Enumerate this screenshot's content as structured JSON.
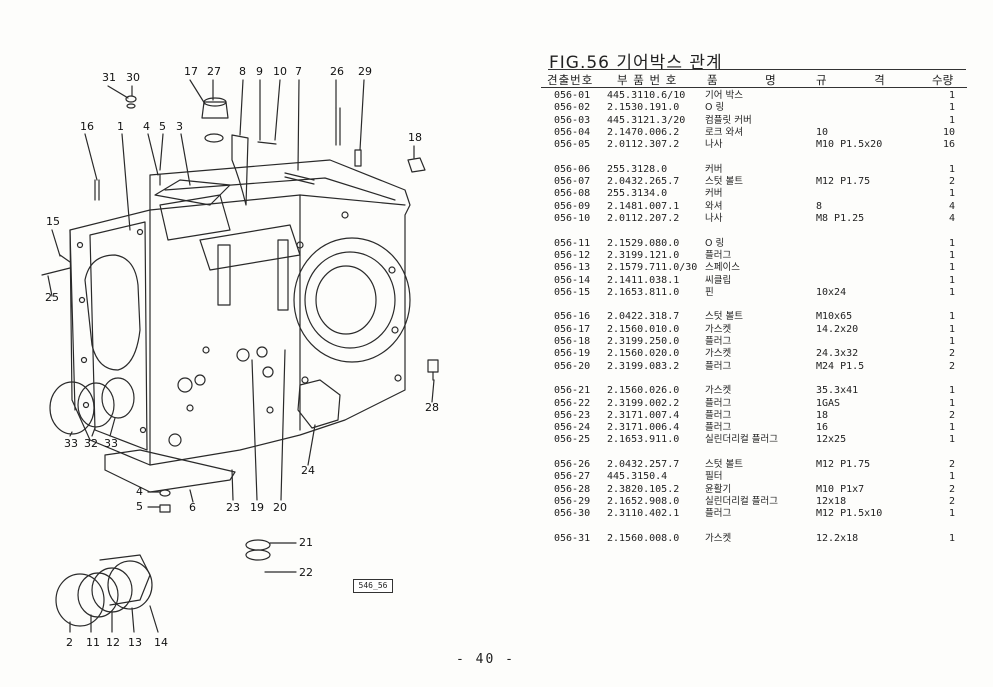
{
  "figure": {
    "title": "FIG.56 기어박스 관계",
    "ref_code": "546_56",
    "page_number": "- 40 -"
  },
  "columns": {
    "no": "견출번호",
    "part": "부 품 번 호",
    "name": "품          명",
    "spec": "규          격",
    "qty": "수량"
  },
  "parts": [
    {
      "no": "056-01",
      "part": "445.3110.6/10",
      "name": "기어 박스",
      "spec": "",
      "qty": "1"
    },
    {
      "no": "056-02",
      "part": "2.1530.191.0",
      "name": "O 링",
      "spec": "",
      "qty": "1"
    },
    {
      "no": "056-03",
      "part": "445.3121.3/20",
      "name": "컴플릿 커버",
      "spec": "",
      "qty": "1"
    },
    {
      "no": "056-04",
      "part": "2.1470.006.2",
      "name": "로크 와셔",
      "spec": "10",
      "qty": "10"
    },
    {
      "no": "056-05",
      "part": "2.0112.307.2",
      "name": "나사",
      "spec": "M10 P1.5x20",
      "qty": "16"
    },
    {
      "no": "056-06",
      "part": "255.3128.0",
      "name": "커버",
      "spec": "",
      "qty": "1"
    },
    {
      "no": "056-07",
      "part": "2.0432.265.7",
      "name": "스텃 볼트",
      "spec": "M12 P1.75",
      "qty": "2"
    },
    {
      "no": "056-08",
      "part": "255.3134.0",
      "name": "커버",
      "spec": "",
      "qty": "1"
    },
    {
      "no": "056-09",
      "part": "2.1481.007.1",
      "name": "와셔",
      "spec": "8",
      "qty": "4"
    },
    {
      "no": "056-10",
      "part": "2.0112.207.2",
      "name": "나사",
      "spec": "M8 P1.25",
      "qty": "4"
    },
    {
      "no": "056-11",
      "part": "2.1529.080.0",
      "name": "O 링",
      "spec": "",
      "qty": "1"
    },
    {
      "no": "056-12",
      "part": "2.3199.121.0",
      "name": "플러그",
      "spec": "",
      "qty": "1"
    },
    {
      "no": "056-13",
      "part": "2.1579.711.0/30",
      "name": "스페이스",
      "spec": "",
      "qty": "1"
    },
    {
      "no": "056-14",
      "part": "2.1411.038.1",
      "name": "씨클립",
      "spec": "",
      "qty": "1"
    },
    {
      "no": "056-15",
      "part": "2.1653.811.0",
      "name": "핀",
      "spec": "10x24",
      "qty": "1"
    },
    {
      "no": "056-16",
      "part": "2.0422.318.7",
      "name": "스텃 볼트",
      "spec": "M10x65",
      "qty": "1"
    },
    {
      "no": "056-17",
      "part": "2.1560.010.0",
      "name": "가스켓",
      "spec": "14.2x20",
      "qty": "1"
    },
    {
      "no": "056-18",
      "part": "2.3199.250.0",
      "name": "플러그",
      "spec": "",
      "qty": "1"
    },
    {
      "no": "056-19",
      "part": "2.1560.020.0",
      "name": "가스켓",
      "spec": "24.3x32",
      "qty": "2"
    },
    {
      "no": "056-20",
      "part": "2.3199.083.2",
      "name": "플러그",
      "spec": "M24 P1.5",
      "qty": "2"
    },
    {
      "no": "056-21",
      "part": "2.1560.026.0",
      "name": "가스켓",
      "spec": "35.3x41",
      "qty": "1"
    },
    {
      "no": "056-22",
      "part": "2.3199.002.2",
      "name": "플러그",
      "spec": "1GAS",
      "qty": "1"
    },
    {
      "no": "056-23",
      "part": "2.3171.007.4",
      "name": "플러그",
      "spec": "18",
      "qty": "2"
    },
    {
      "no": "056-24",
      "part": "2.3171.006.4",
      "name": "플러그",
      "spec": "16",
      "qty": "1"
    },
    {
      "no": "056-25",
      "part": "2.1653.911.0",
      "name": "실린더리컬 플러그",
      "spec": "12x25",
      "qty": "1"
    },
    {
      "no": "056-26",
      "part": "2.0432.257.7",
      "name": "스텃 볼트",
      "spec": "M12 P1.75",
      "qty": "2"
    },
    {
      "no": "056-27",
      "part": "445.3150.4",
      "name": "필터",
      "spec": "",
      "qty": "1"
    },
    {
      "no": "056-28",
      "part": "2.3820.105.2",
      "name": "윤활기",
      "spec": "M10 P1x7",
      "qty": "2"
    },
    {
      "no": "056-29",
      "part": "2.1652.908.0",
      "name": "실린더리컬 플러그",
      "spec": "12x18",
      "qty": "2"
    },
    {
      "no": "056-30",
      "part": "2.3110.402.1",
      "name": "플러그",
      "spec": "M12 P1.5x10",
      "qty": "1"
    },
    {
      "no": "056-31",
      "part": "2.1560.008.0",
      "name": "가스켓",
      "spec": "12.2x18",
      "qty": "1"
    }
  ],
  "callouts": [
    "31",
    "30",
    "17",
    "27",
    "8",
    "9",
    "10",
    "7",
    "26",
    "29",
    "16",
    "1",
    "4",
    "5",
    "3",
    "18",
    "15",
    "25",
    "33",
    "32",
    "33",
    "28",
    "24",
    "4",
    "5",
    "6",
    "23",
    "19",
    "20",
    "21",
    "22",
    "2",
    "11",
    "12",
    "13",
    "14"
  ]
}
